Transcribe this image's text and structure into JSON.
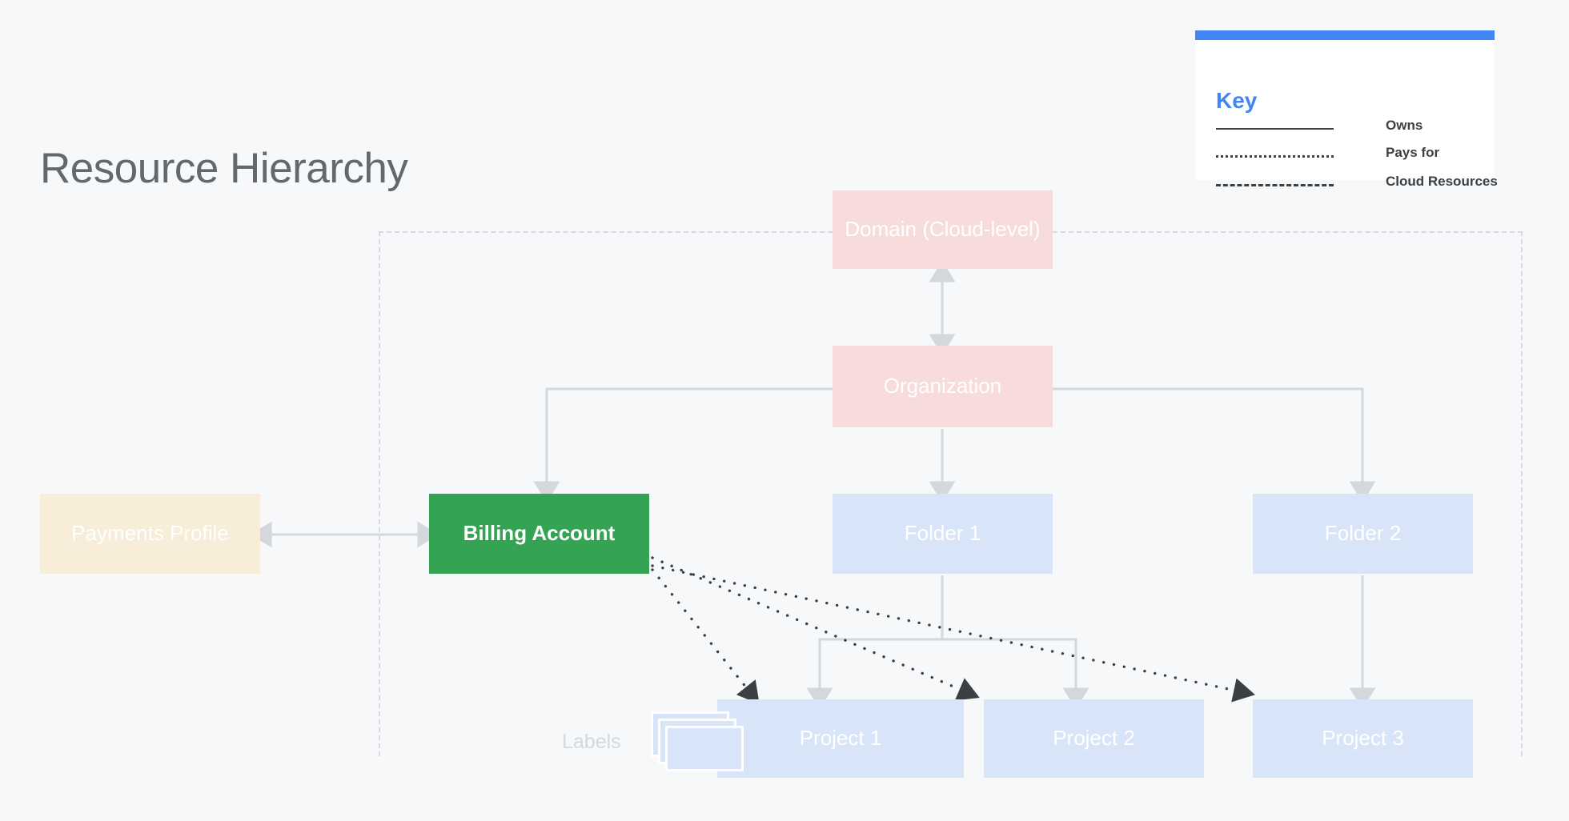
{
  "page": {
    "title": "Resource Hierarchy",
    "background": "#f6f8fa"
  },
  "key": {
    "title": "Key",
    "accent_color": "#4285f4",
    "entries": [
      {
        "style": "solid",
        "label": "Owns"
      },
      {
        "style": "dotted",
        "label": "Pays for"
      },
      {
        "style": "dashed",
        "label": "Cloud Resources"
      }
    ]
  },
  "diagram": {
    "type": "hierarchy",
    "boundary_label": "Cloud Resources boundary (dashed)",
    "nodes": [
      {
        "id": "domain",
        "label": "Domain (Cloud-level)",
        "color": "#f8dcdc",
        "text_color": "#ffffff"
      },
      {
        "id": "organization",
        "label": "Organization",
        "color": "#f8dcdc",
        "text_color": "#ffffff"
      },
      {
        "id": "payments",
        "label": "Payments Profile",
        "color": "#f7edd8",
        "text_color": "#ffffff"
      },
      {
        "id": "billing",
        "label": "Billing Account",
        "color": "#34a353",
        "text_color": "#ffffff"
      },
      {
        "id": "folder1",
        "label": "Folder 1",
        "color": "#d8e4f8",
        "text_color": "#ffffff"
      },
      {
        "id": "folder2",
        "label": "Folder 2",
        "color": "#d8e4f8",
        "text_color": "#ffffff"
      },
      {
        "id": "project1",
        "label": "Project 1",
        "color": "#d8e4f8",
        "text_color": "#ffffff"
      },
      {
        "id": "project2",
        "label": "Project 2",
        "color": "#d8e4f8",
        "text_color": "#ffffff"
      },
      {
        "id": "project3",
        "label": "Project 3",
        "color": "#d8e4f8",
        "text_color": "#ffffff"
      }
    ],
    "labels_group": {
      "label": "Labels",
      "card_count": 3
    },
    "edges": [
      {
        "from": "domain",
        "to": "organization",
        "style": "solid",
        "arrows": "both"
      },
      {
        "from": "organization",
        "to": "billing",
        "style": "solid",
        "arrows": "end"
      },
      {
        "from": "organization",
        "to": "folder1",
        "style": "solid",
        "arrows": "end"
      },
      {
        "from": "organization",
        "to": "folder2",
        "style": "solid",
        "arrows": "end"
      },
      {
        "from": "payments",
        "to": "billing",
        "style": "solid",
        "arrows": "both"
      },
      {
        "from": "folder1",
        "to": "project1",
        "style": "solid",
        "arrows": "end"
      },
      {
        "from": "folder1",
        "to": "project2",
        "style": "solid",
        "arrows": "end"
      },
      {
        "from": "folder2",
        "to": "project3",
        "style": "solid",
        "arrows": "end"
      },
      {
        "from": "billing",
        "to": "project1",
        "style": "dotted",
        "arrows": "end"
      },
      {
        "from": "billing",
        "to": "project2",
        "style": "dotted",
        "arrows": "end"
      },
      {
        "from": "billing",
        "to": "project3",
        "style": "dotted",
        "arrows": "end"
      }
    ]
  }
}
